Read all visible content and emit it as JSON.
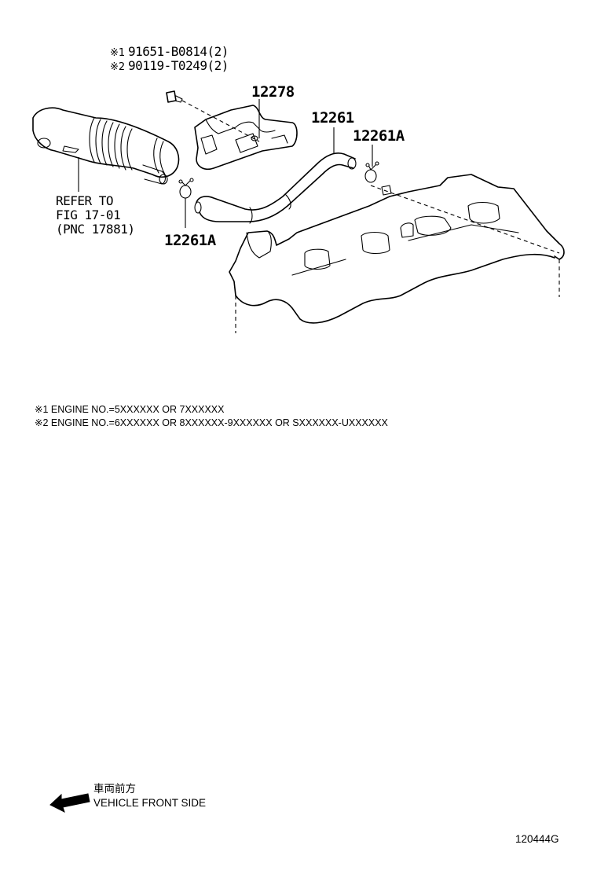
{
  "bolts": [
    {
      "mark": "※1",
      "part": "91651-B0814(2)"
    },
    {
      "mark": "※2",
      "part": "90119-T0249(2)"
    }
  ],
  "parts": {
    "bracket": "12278",
    "hose": "12261",
    "clip_right": "12261A",
    "clip_left": "12261A"
  },
  "refer": {
    "line1": "REFER TO",
    "line2": "FIG 17-01",
    "line3": "(PNC 17881)"
  },
  "notes": [
    "※1 ENGINE NO.=5XXXXXX OR 7XXXXXX",
    "※2 ENGINE NO.=6XXXXXX OR 8XXXXXX-9XXXXXX OR SXXXXXX-UXXXXXX"
  ],
  "front": {
    "jp": "車両前方",
    "en": "VEHICLE FRONT SIDE"
  },
  "figure_id": "120444G"
}
